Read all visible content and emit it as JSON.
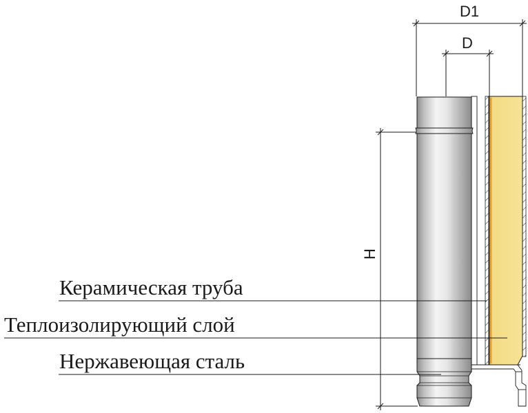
{
  "dimensions": {
    "outer_diameter": "D1",
    "inner_diameter": "D",
    "height": "H"
  },
  "labels": {
    "ceramic": "Керамическая труба",
    "insulation": "Теплоизолирующий слой",
    "steel": "Нержавеющая сталь"
  },
  "colors": {
    "insulation": "#f3dc83",
    "insulation_edge": "#e4a53a",
    "steel_light": "#f2f2f2",
    "steel_dark": "#9a9a9a",
    "line": "#1a1a1a"
  }
}
